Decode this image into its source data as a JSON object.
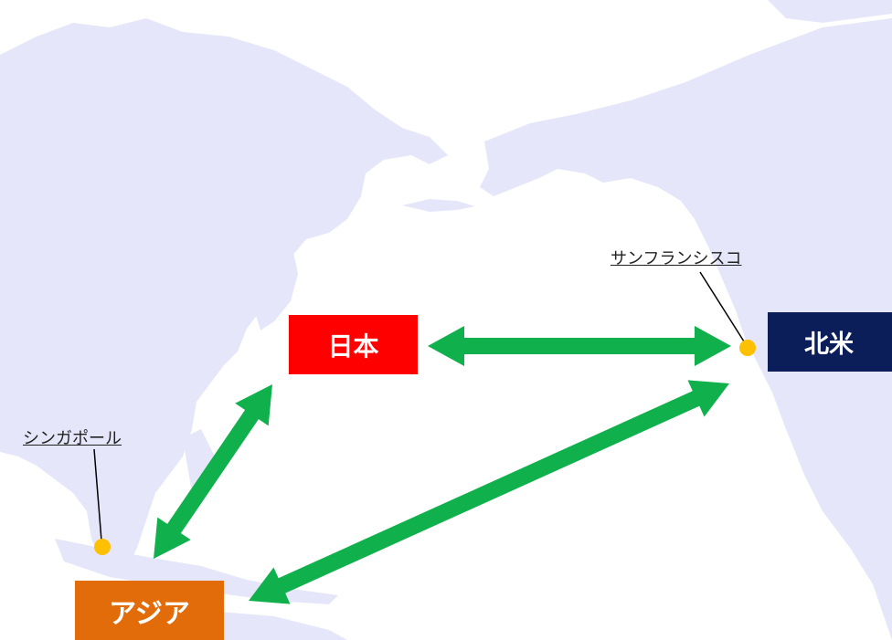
{
  "colors": {
    "land": "#e6e6fb",
    "sea": "#ffffff",
    "arrow": "#10b14c",
    "city_dot": "#ffc000",
    "japan": "#ff0000",
    "north_america": "#0b1e5a",
    "asia": "#e36c0a"
  },
  "regions": {
    "japan": "日本",
    "north_america": "北米",
    "asia": "アジア"
  },
  "cities": {
    "san_francisco": "サンフランシスコ",
    "singapore": "シンガポール"
  },
  "connections": [
    {
      "from": "japan",
      "to": "north_america",
      "bidirectional": true
    },
    {
      "from": "japan",
      "to": "asia",
      "bidirectional": true
    },
    {
      "from": "asia",
      "to": "north_america",
      "bidirectional": true
    }
  ]
}
